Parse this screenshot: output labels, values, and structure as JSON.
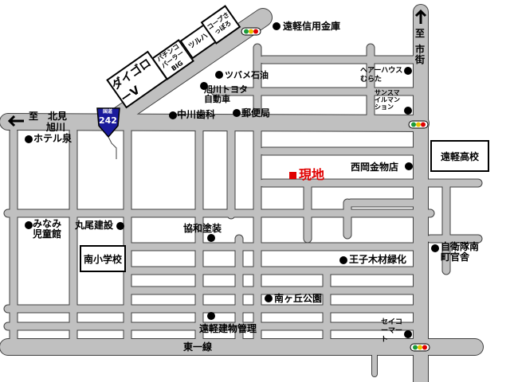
{
  "current_location": "現地",
  "directions": {
    "west": [
      "至　北見",
      "旭川"
    ],
    "north": [
      "至",
      "市街"
    ]
  },
  "route_shield": {
    "label_top": "国道",
    "number": "242",
    "color": "#1a1a9c"
  },
  "road_names": {
    "bottom": "東一線"
  },
  "buildings": {
    "dai_goro": "ダイゴローV",
    "pachinko": "パチンコパーラーBIG",
    "tsuruha": "ツルハ",
    "coop": "コープさっぽろ",
    "school_high": "遠軽高校",
    "school_elem": "南小学校"
  },
  "places": {
    "shinkin": "遠軽信用金庫",
    "tsubame": "ツバメ石油",
    "toyota": "旭川トヨタ自動車",
    "nakagawa": "中川歯科",
    "post": "郵便局",
    "hair": "ヘアーハウスむらた",
    "sunsmile": "サンスマイルマンション",
    "hotel": "ホテル泉",
    "nishioka": "西岡金物店",
    "minami_kids": "みなみ児童館",
    "maruo": "丸尾建設",
    "kyowa": "協和塗装",
    "oji": "王子木材緑化",
    "jieitai": "自衛隊南町官舎",
    "park": "南ヶ丘公園",
    "engaru_bldg": "遠軽建物管理",
    "seico": "セイコーマート"
  },
  "colors": {
    "road": "#c0c0c0",
    "outline": "#404040",
    "accent": "#e00000"
  }
}
